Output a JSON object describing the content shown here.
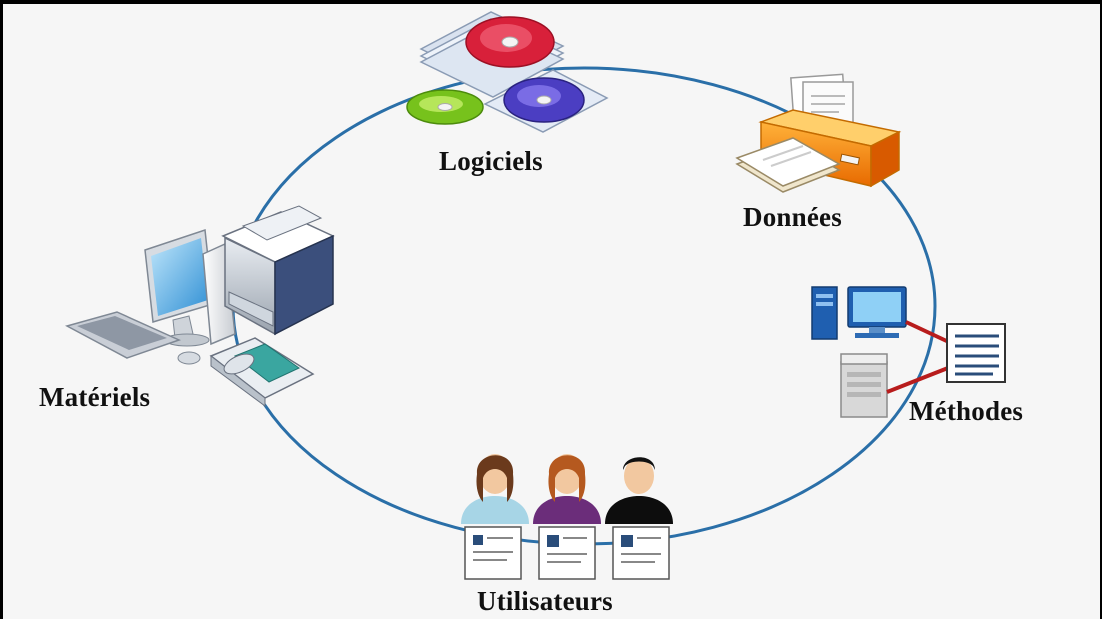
{
  "diagram": {
    "nodes": [
      {
        "id": "logiciels",
        "label": "Logiciels",
        "icon": "software-discs-icon"
      },
      {
        "id": "donnees",
        "label": "Données",
        "icon": "file-drawer-icon"
      },
      {
        "id": "methodes",
        "label": "Méthodes",
        "icon": "procedure-network-icon"
      },
      {
        "id": "utilisateurs",
        "label": "Utilisateurs",
        "icon": "users-icon"
      },
      {
        "id": "materiels",
        "label": "Matériels",
        "icon": "hardware-icon"
      }
    ],
    "colors": {
      "cycle": "#2a6fa8",
      "link": "#b81c1c",
      "label": "#111111"
    }
  }
}
